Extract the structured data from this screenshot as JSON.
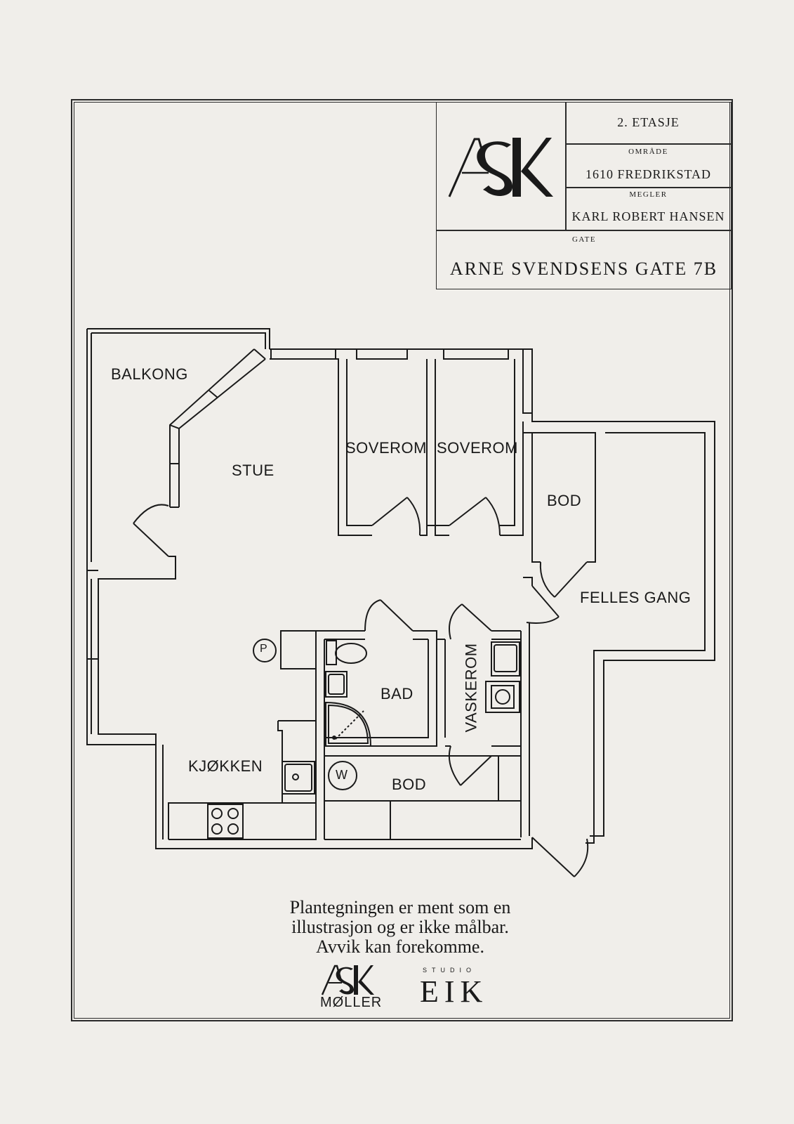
{
  "title_block": {
    "logo_text": "ASK",
    "floor": "2. ETASJE",
    "area_label": "OMRÅDE",
    "area_value": "1610 FREDRIKSTAD",
    "agent_label": "MEGLER",
    "agent_value": "KARL ROBERT HANSEN",
    "street_label": "GATE",
    "street_value": "ARNE SVENDSENS GATE 7B"
  },
  "rooms": {
    "balkong": "BALKONG",
    "stue": "STUE",
    "soverom_1": "SOVEROM",
    "soverom_2": "SOVEROM",
    "bod_1": "BOD",
    "felles_gang": "FELLES GANG",
    "bad": "BAD",
    "vaskerom": "VASKEROM",
    "kjokken": "KJØKKEN",
    "bod_2": "BOD"
  },
  "symbols": {
    "p": "P",
    "w": "W"
  },
  "disclaimer": {
    "line1": "Plantegningen er ment som en",
    "line2": "illustrasjon og er ikke målbar.",
    "line3": "Avvik kan forekomme."
  },
  "footer_logos": {
    "ask_text": "ASK",
    "ask_sub": "MØLLER",
    "eik_studio": "STUDIO",
    "eik_text": "EIK"
  }
}
